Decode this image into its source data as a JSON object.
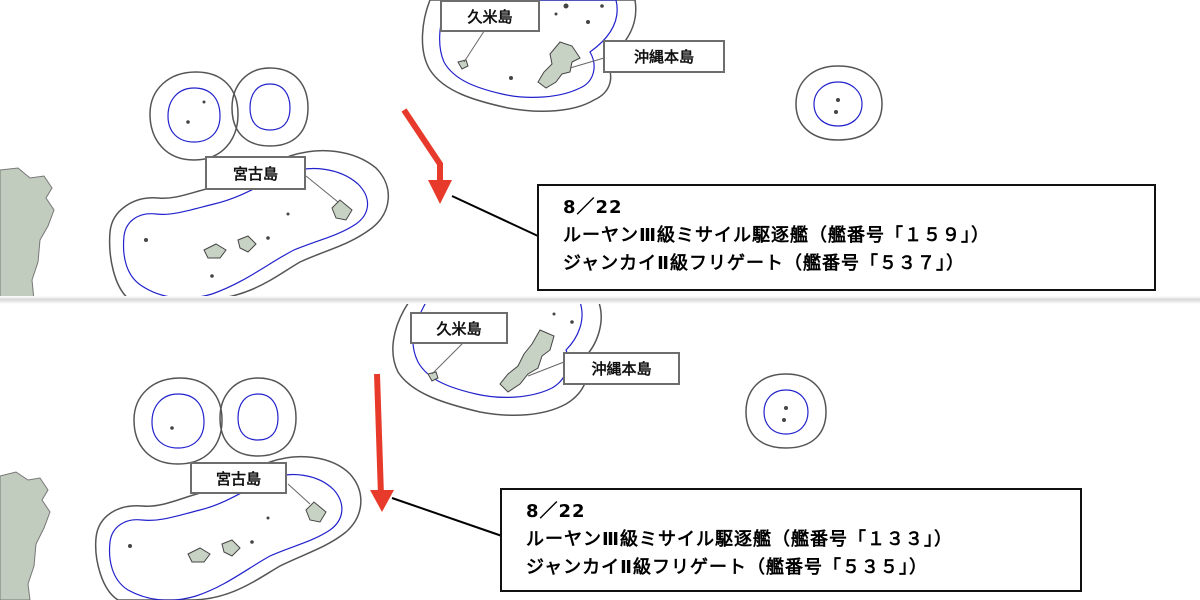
{
  "colors": {
    "sea_contour": "#555555",
    "territorial_line": "#2222cc",
    "land": "#c8d2c4",
    "taiwan": "#c1ccbe",
    "arrow": "#e83a2a"
  },
  "panels": [
    {
      "labels": {
        "kumejima": "久米島",
        "okinawa": "沖縄本島",
        "miyako": "宮古島"
      },
      "info": {
        "date": "8／22",
        "ship1": "ルーヤンⅢ級ミサイル駆逐艦（艦番号「１５９」）",
        "ship2": "ジャンカイⅡ級フリゲート（艦番号「５３７」）"
      }
    },
    {
      "labels": {
        "kumejima": "久米島",
        "okinawa": "沖縄本島",
        "miyako": "宮古島"
      },
      "info": {
        "date": "8／22",
        "ship1": "ルーヤンⅢ級ミサイル駆逐艦（艦番号「１３３」）",
        "ship2": "ジャンカイⅡ級フリゲート（艦番号「５３５」）"
      }
    }
  ]
}
